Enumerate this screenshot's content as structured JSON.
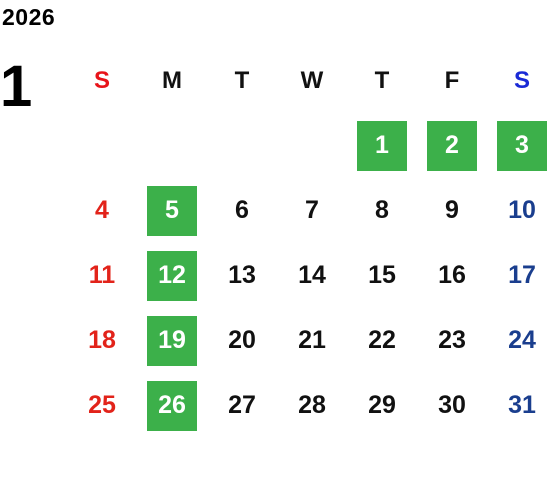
{
  "calendar": {
    "year": "2026",
    "month": "1",
    "colors": {
      "highlight": "#3cb04a",
      "sunday": "#e2231a",
      "saturday": "#1a3e8e",
      "weekday": "#111111"
    },
    "weekdays": [
      "S",
      "M",
      "T",
      "W",
      "T",
      "F",
      "S"
    ],
    "weeks": [
      [
        null,
        null,
        null,
        null,
        "1",
        "2",
        "3"
      ],
      [
        "4",
        "5",
        "6",
        "7",
        "8",
        "9",
        "10"
      ],
      [
        "11",
        "12",
        "13",
        "14",
        "15",
        "16",
        "17"
      ],
      [
        "18",
        "19",
        "20",
        "21",
        "22",
        "23",
        "24"
      ],
      [
        "25",
        "26",
        "27",
        "28",
        "29",
        "30",
        "31"
      ]
    ],
    "highlighted_days": [
      "1",
      "2",
      "3",
      "5",
      "12",
      "19",
      "26"
    ]
  }
}
